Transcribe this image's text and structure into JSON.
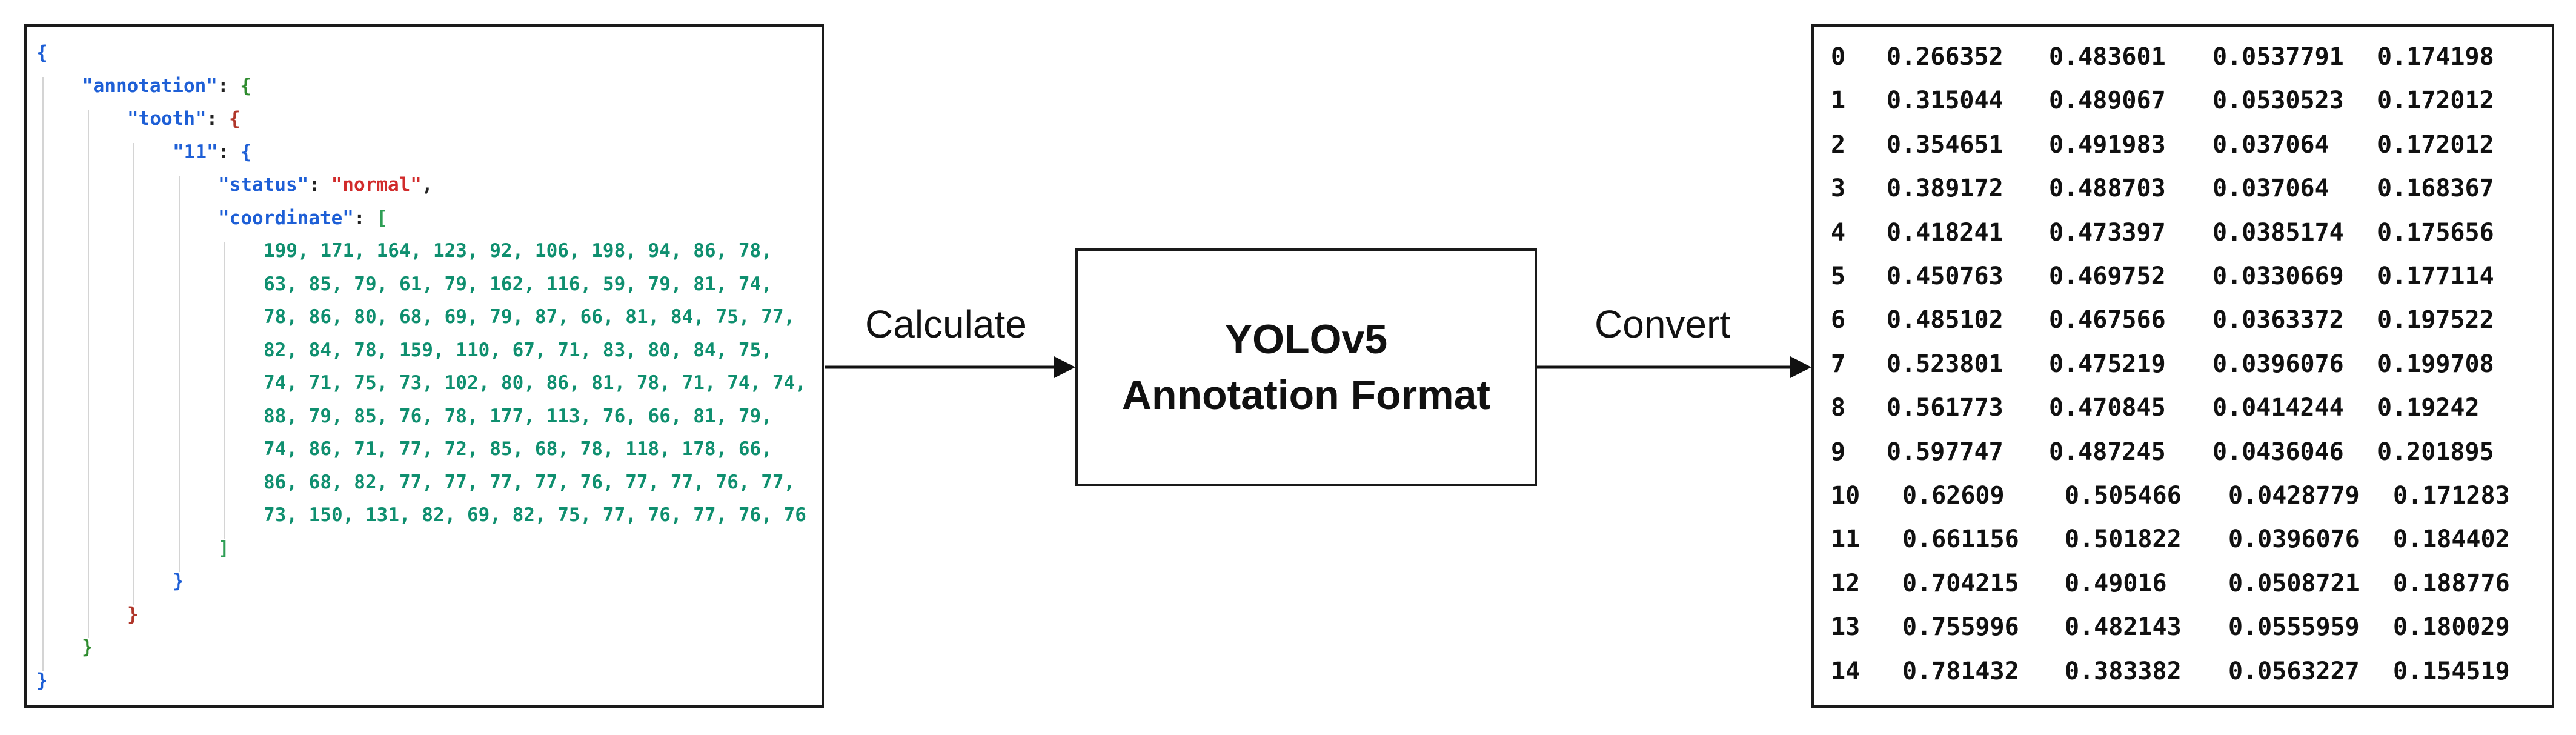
{
  "diagram": {
    "json_panel": {
      "lines": [
        {
          "indent": 0,
          "parts": [
            {
              "t": "{",
              "c": "c-brace-blue"
            }
          ]
        },
        {
          "indent": 1,
          "parts": [
            {
              "t": "\"annotation\"",
              "c": "c-key"
            },
            {
              "t": ": ",
              "c": "c-punct"
            },
            {
              "t": "{",
              "c": "c-brace-green"
            }
          ]
        },
        {
          "indent": 2,
          "parts": [
            {
              "t": "\"tooth\"",
              "c": "c-key"
            },
            {
              "t": ": ",
              "c": "c-punct"
            },
            {
              "t": "{",
              "c": "c-brace-red"
            }
          ]
        },
        {
          "indent": 3,
          "parts": [
            {
              "t": "\"11\"",
              "c": "c-key"
            },
            {
              "t": ": ",
              "c": "c-punct"
            },
            {
              "t": "{",
              "c": "c-brace-blue"
            }
          ]
        },
        {
          "indent": 4,
          "parts": [
            {
              "t": "\"status\"",
              "c": "c-key"
            },
            {
              "t": ": ",
              "c": "c-punct"
            },
            {
              "t": "\"normal\"",
              "c": "c-str"
            },
            {
              "t": ",",
              "c": "c-punct"
            }
          ]
        },
        {
          "indent": 4,
          "parts": [
            {
              "t": "\"coordinate\"",
              "c": "c-key"
            },
            {
              "t": ": ",
              "c": "c-punct"
            },
            {
              "t": "[",
              "c": "c-bracket"
            }
          ]
        },
        {
          "indent": 5,
          "parts": [
            {
              "t": "199, 171, 164, 123, 92, 106, 198, 94, 86, 78,",
              "c": "c-num"
            }
          ]
        },
        {
          "indent": 5,
          "parts": [
            {
              "t": "63, 85, 79, 61, 79, 162, 116, 59, 79, 81, 74,",
              "c": "c-num"
            }
          ]
        },
        {
          "indent": 5,
          "parts": [
            {
              "t": "78, 86, 80, 68, 69, 79, 87, 66, 81, 84, 75, 77,",
              "c": "c-num"
            }
          ]
        },
        {
          "indent": 5,
          "parts": [
            {
              "t": "82, 84, 78, 159, 110, 67, 71, 83, 80, 84, 75,",
              "c": "c-num"
            }
          ]
        },
        {
          "indent": 5,
          "parts": [
            {
              "t": "74, 71, 75, 73, 102, 80, 86, 81, 78, 71, 74, 74,",
              "c": "c-num"
            }
          ]
        },
        {
          "indent": 5,
          "parts": [
            {
              "t": "88, 79, 85, 76, 78, 177, 113, 76, 66, 81, 79,",
              "c": "c-num"
            }
          ]
        },
        {
          "indent": 5,
          "parts": [
            {
              "t": "74, 86, 71, 77, 72, 85, 68, 78, 118, 178, 66,",
              "c": "c-num"
            }
          ]
        },
        {
          "indent": 5,
          "parts": [
            {
              "t": "86, 68, 82, 77, 77, 77, 77, 76, 77, 77, 76, 77,",
              "c": "c-num"
            }
          ]
        },
        {
          "indent": 5,
          "parts": [
            {
              "t": "73, 150, 131, 82, 69, 82, 75, 77, 76, 77, 76, 76",
              "c": "c-num"
            }
          ]
        },
        {
          "indent": 4,
          "parts": [
            {
              "t": "]",
              "c": "c-bracket"
            }
          ]
        },
        {
          "indent": 3,
          "parts": [
            {
              "t": "}",
              "c": "c-brace-blue"
            }
          ]
        },
        {
          "indent": 2,
          "parts": [
            {
              "t": "}",
              "c": "c-brace-red"
            }
          ]
        },
        {
          "indent": 1,
          "parts": [
            {
              "t": "}",
              "c": "c-brace-green"
            }
          ]
        },
        {
          "indent": 0,
          "parts": [
            {
              "t": "}",
              "c": "c-brace-blue"
            }
          ]
        }
      ]
    },
    "edge_calculate_label": "Calculate",
    "format_box_title": "YOLOv5 Annotation Format",
    "edge_convert_label": "Convert",
    "yolo_panel": {
      "rows": [
        {
          "cls": "0",
          "x": "0.266352",
          "y": "0.483601",
          "w": "0.0537791",
          "h": "0.174198"
        },
        {
          "cls": "1",
          "x": "0.315044",
          "y": "0.489067",
          "w": "0.0530523",
          "h": "0.172012"
        },
        {
          "cls": "2",
          "x": "0.354651",
          "y": "0.491983",
          "w": "0.037064",
          "h": "0.172012"
        },
        {
          "cls": "3",
          "x": "0.389172",
          "y": "0.488703",
          "w": "0.037064",
          "h": "0.168367"
        },
        {
          "cls": "4",
          "x": "0.418241",
          "y": "0.473397",
          "w": "0.0385174",
          "h": "0.175656"
        },
        {
          "cls": "5",
          "x": "0.450763",
          "y": "0.469752",
          "w": "0.0330669",
          "h": "0.177114"
        },
        {
          "cls": "6",
          "x": "0.485102",
          "y": "0.467566",
          "w": "0.0363372",
          "h": "0.197522"
        },
        {
          "cls": "7",
          "x": "0.523801",
          "y": "0.475219",
          "w": "0.0396076",
          "h": "0.199708"
        },
        {
          "cls": "8",
          "x": "0.561773",
          "y": "0.470845",
          "w": "0.0414244",
          "h": "0.19242"
        },
        {
          "cls": "9",
          "x": "0.597747",
          "y": "0.487245",
          "w": "0.0436046",
          "h": "0.201895"
        },
        {
          "cls": "10",
          "x": "0.62609",
          "y": "0.505466",
          "w": "0.0428779",
          "h": "0.171283"
        },
        {
          "cls": "11",
          "x": "0.661156",
          "y": "0.501822",
          "w": "0.0396076",
          "h": "0.184402"
        },
        {
          "cls": "12",
          "x": "0.704215",
          "y": "0.49016",
          "w": "0.0508721",
          "h": "0.188776"
        },
        {
          "cls": "13",
          "x": "0.755996",
          "y": "0.482143",
          "w": "0.0555959",
          "h": "0.180029"
        },
        {
          "cls": "14",
          "x": "0.781432",
          "y": "0.383382",
          "w": "0.0563227",
          "h": "0.154519"
        }
      ]
    }
  }
}
